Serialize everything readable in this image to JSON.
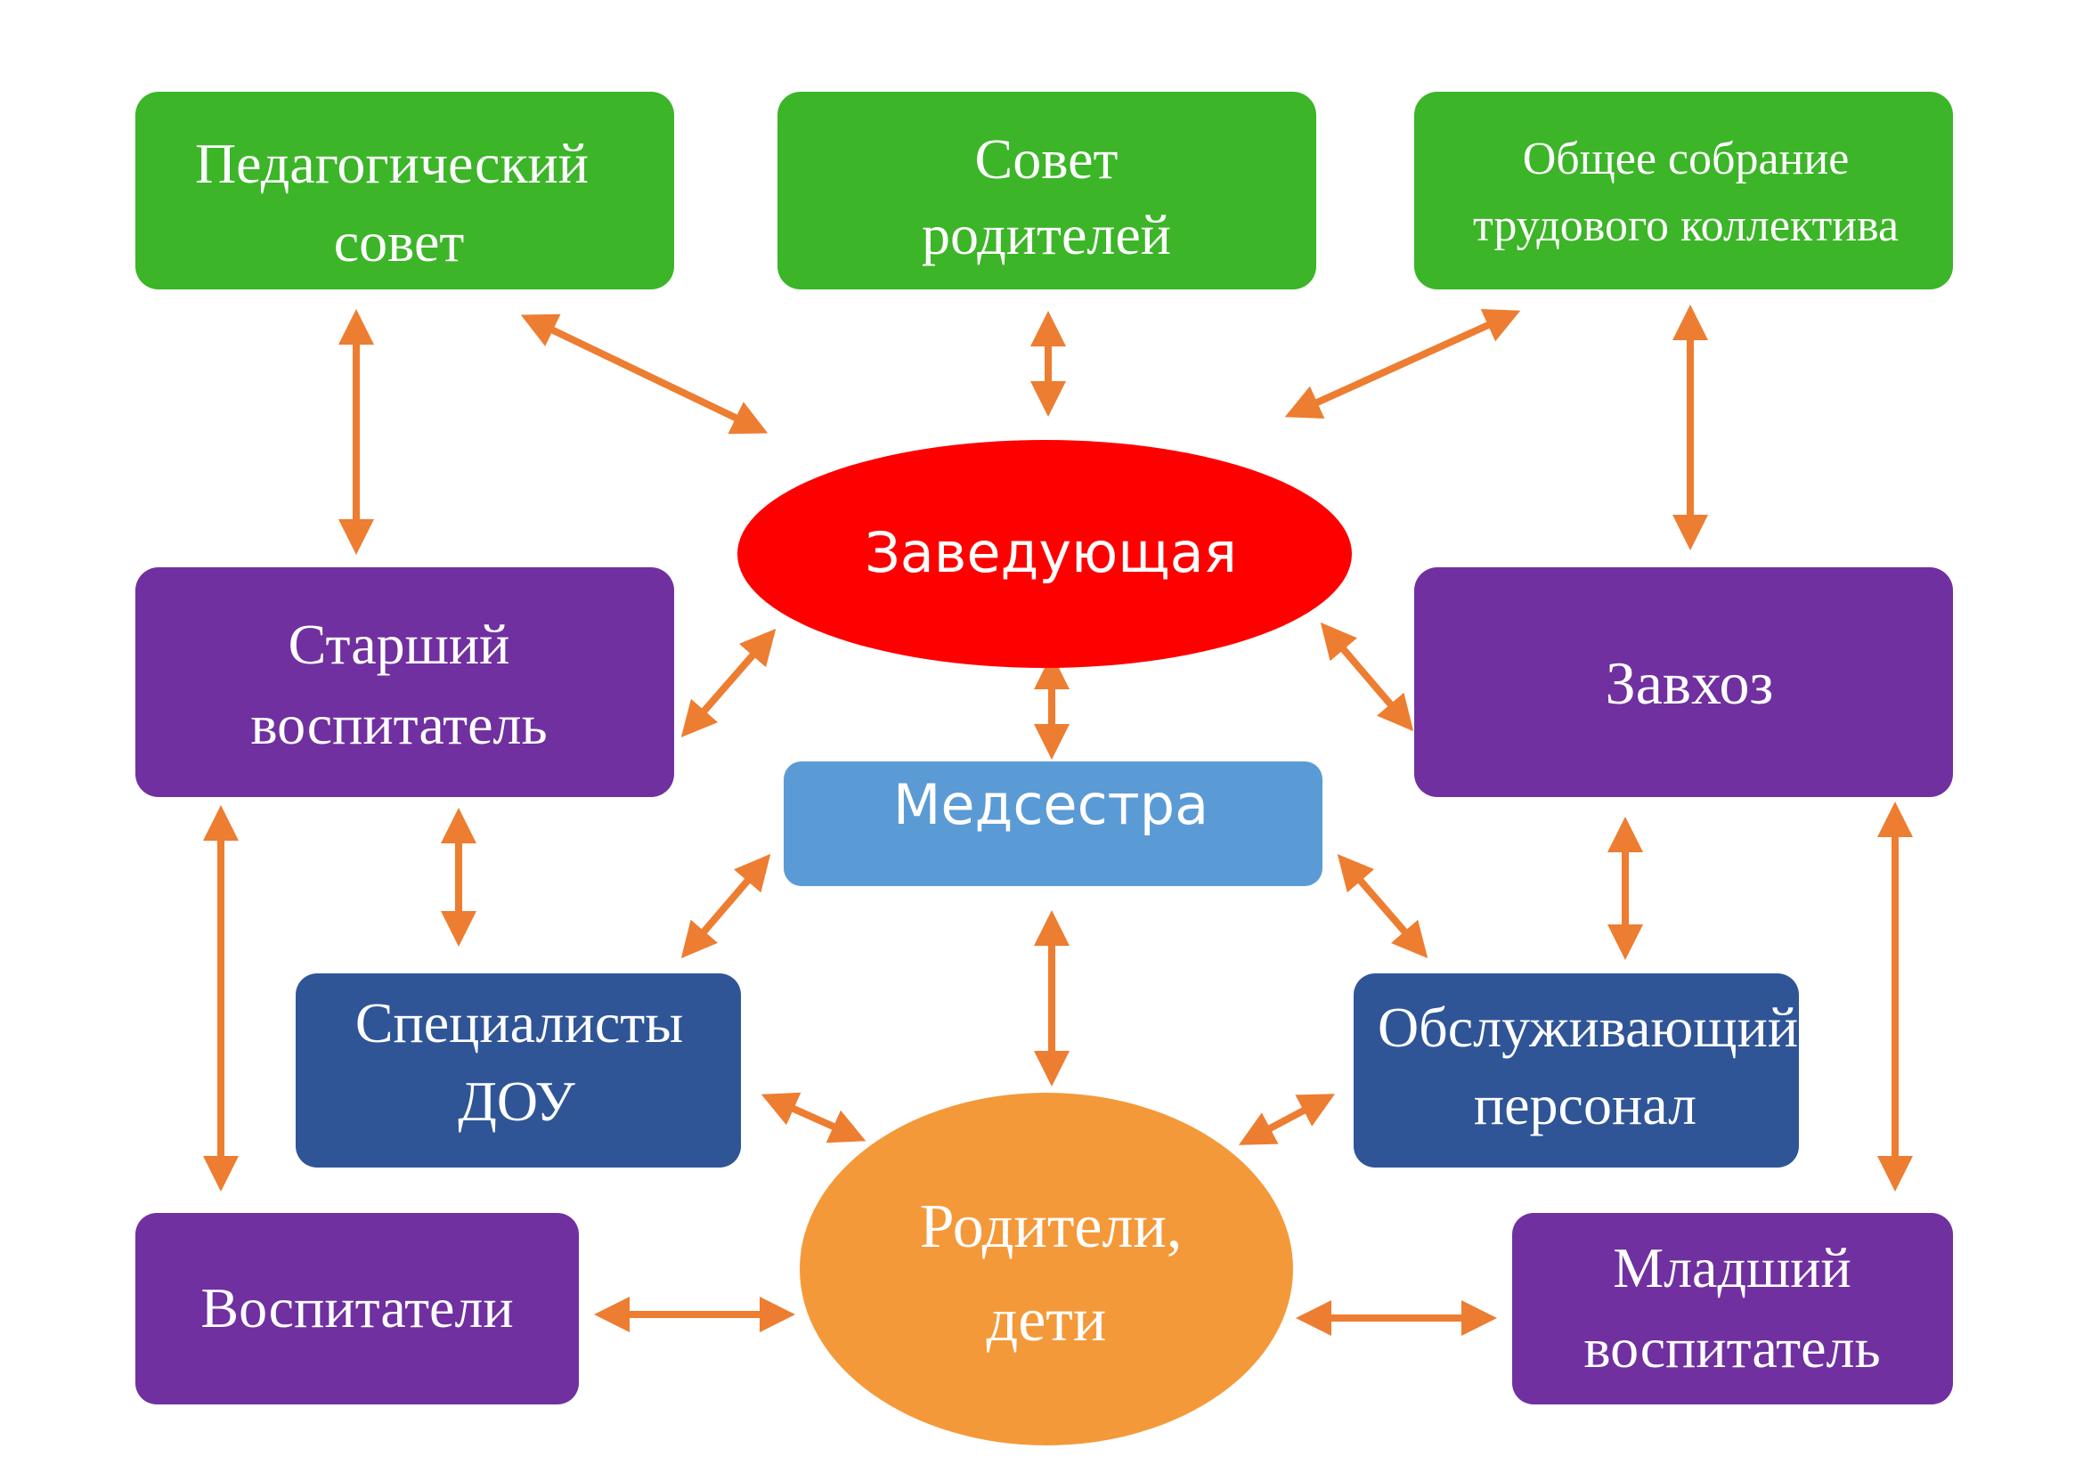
{
  "colors": {
    "green": "#3cb528",
    "purple": "#7030a0",
    "dark_blue": "#2f5597",
    "light_blue": "#5b9bd5",
    "red": "#ff0000",
    "orange": "#f4993a",
    "arrow": "#ed7d31",
    "text": "#ffffff"
  },
  "nodes": {
    "pedsovet": {
      "lines": [
        "Педагогический",
        "совет"
      ]
    },
    "sovet_roditeley": {
      "lines": [
        "Совет",
        "родителей"
      ]
    },
    "obshchee_sobranie": {
      "lines": [
        "Общее собрание",
        "трудового коллектива"
      ]
    },
    "zaveduyushchaya": {
      "lines": [
        "Заведующая"
      ]
    },
    "starshiy_vospitatel": {
      "lines": [
        "Старший",
        "воспитатель"
      ]
    },
    "zavkhoz": {
      "lines": [
        "Завхоз"
      ]
    },
    "medsestra": {
      "lines": [
        "Медсестра"
      ]
    },
    "specialisty": {
      "lines": [
        "Специалисты",
        "ДОУ"
      ]
    },
    "obsluzhivayushchiy": {
      "lines": [
        "Обслуживающий",
        "персонал"
      ]
    },
    "roditeli_deti": {
      "lines": [
        "Родители,",
        "дети"
      ]
    },
    "vospitateli": {
      "lines": [
        "Воспитатели"
      ]
    },
    "mladshiy_vospitatel": {
      "lines": [
        "Младший",
        "воспитатель"
      ]
    }
  },
  "connections": [
    [
      "pedsovet",
      "zaveduyushchaya"
    ],
    [
      "sovet_roditeley",
      "zaveduyushchaya"
    ],
    [
      "obshchee_sobranie",
      "zaveduyushchaya"
    ],
    [
      "pedsovet",
      "starshiy_vospitatel"
    ],
    [
      "obshchee_sobranie",
      "zavkhoz"
    ],
    [
      "zaveduyushchaya",
      "starshiy_vospitatel"
    ],
    [
      "zaveduyushchaya",
      "zavkhoz"
    ],
    [
      "zaveduyushchaya",
      "medsestra"
    ],
    [
      "starshiy_vospitatel",
      "specialisty"
    ],
    [
      "starshiy_vospitatel",
      "vospitateli"
    ],
    [
      "zavkhoz",
      "obsluzhivayushchiy"
    ],
    [
      "zavkhoz",
      "mladshiy_vospitatel"
    ],
    [
      "medsestra",
      "specialisty"
    ],
    [
      "medsestra",
      "obsluzhivayushchiy"
    ],
    [
      "medsestra",
      "roditeli_deti"
    ],
    [
      "specialisty",
      "roditeli_deti"
    ],
    [
      "obsluzhivayushchiy",
      "roditeli_deti"
    ],
    [
      "vospitateli",
      "roditeli_deti"
    ],
    [
      "mladshiy_vospitatel",
      "roditeli_deti"
    ]
  ]
}
